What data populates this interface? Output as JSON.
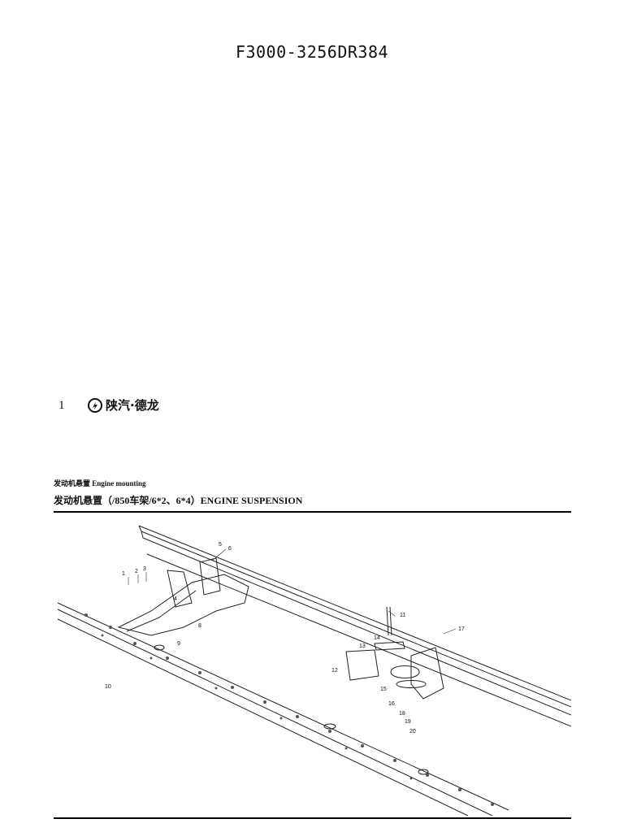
{
  "header": {
    "doc_code": "F3000-3256DR384"
  },
  "cover": {
    "page_number": "1",
    "brand_name": "陕汽·德龙"
  },
  "section": {
    "small_heading": "发动机悬置 Engine mounting",
    "title": "发动机悬置（/850车架/6*2、6*4）ENGINE SUSPENSION"
  },
  "diagram": {
    "callouts": [
      "1",
      "2",
      "3",
      "4",
      "5",
      "6",
      "8",
      "9",
      "10",
      "11",
      "12",
      "13",
      "14",
      "15",
      "16",
      "17",
      "18",
      "19",
      "20"
    ]
  }
}
